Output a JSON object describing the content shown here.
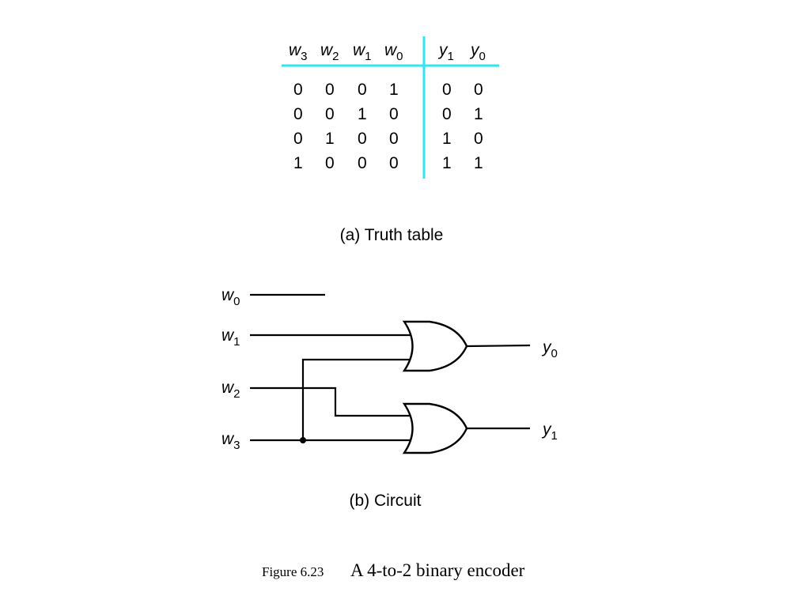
{
  "truth_table": {
    "input_headers": [
      {
        "var": "w",
        "sub": "3"
      },
      {
        "var": "w",
        "sub": "2"
      },
      {
        "var": "w",
        "sub": "1"
      },
      {
        "var": "w",
        "sub": "0"
      }
    ],
    "output_headers": [
      {
        "var": "y",
        "sub": "1"
      },
      {
        "var": "y",
        "sub": "0"
      }
    ],
    "rows": [
      {
        "inputs": [
          "0",
          "0",
          "0",
          "1"
        ],
        "outputs": [
          "0",
          "0"
        ]
      },
      {
        "inputs": [
          "0",
          "0",
          "1",
          "0"
        ],
        "outputs": [
          "0",
          "1"
        ]
      },
      {
        "inputs": [
          "0",
          "1",
          "0",
          "0"
        ],
        "outputs": [
          "1",
          "0"
        ]
      },
      {
        "inputs": [
          "1",
          "0",
          "0",
          "0"
        ],
        "outputs": [
          "1",
          "1"
        ]
      }
    ],
    "caption": "(a) Truth table",
    "rule_color": "#2ee6f0"
  },
  "circuit": {
    "inputs": [
      {
        "id": "w0",
        "var": "w",
        "sub": "0"
      },
      {
        "id": "w1",
        "var": "w",
        "sub": "1"
      },
      {
        "id": "w2",
        "var": "w",
        "sub": "2"
      },
      {
        "id": "w3",
        "var": "w",
        "sub": "3"
      }
    ],
    "outputs": [
      {
        "id": "y0",
        "var": "y",
        "sub": "0"
      },
      {
        "id": "y1",
        "var": "y",
        "sub": "1"
      }
    ],
    "gates": [
      {
        "id": "or-y0",
        "type": "OR",
        "inputs": [
          "w1",
          "w3"
        ],
        "output": "y0"
      },
      {
        "id": "or-y1",
        "type": "OR",
        "inputs": [
          "w2",
          "w3"
        ],
        "output": "y1"
      }
    ],
    "caption": "(b) Circuit"
  },
  "figure": {
    "label": "Figure 6.23",
    "title": "A 4-to-2 binary encoder"
  }
}
